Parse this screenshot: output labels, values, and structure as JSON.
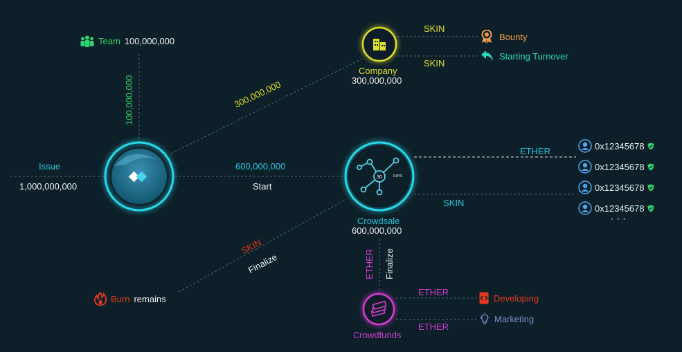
{
  "colors": {
    "background": "#0d1f28",
    "cyan": "#27c7dc",
    "green": "#2ed46d",
    "yellow": "#dfe02a",
    "orange": "#f19a4a",
    "red": "#e23a1d",
    "magenta": "#d23cd2",
    "blue": "#4aa8f2",
    "slate": "#7e8fc9"
  },
  "issue": {
    "label": "Issue",
    "amount": "1,000,000,000"
  },
  "team": {
    "label": "Team",
    "amount": "100,000,000",
    "vertical_amount": "100,000,000",
    "icon": "team-icon"
  },
  "hub": {
    "icon": "logo-icon"
  },
  "company": {
    "label": "Company",
    "amount": "300,000,000",
    "edge_amount": "300,000,000",
    "icon": "building-icon"
  },
  "company_outputs": [
    {
      "edge_label": "SKIN",
      "label": "Bounty",
      "icon": "medal-icon"
    },
    {
      "edge_label": "SKIN",
      "label": "Starting Turnover",
      "icon": "return-arrow-icon"
    }
  ],
  "crowdsale": {
    "label": "Crowdsale",
    "amount": "600,000,000",
    "edge_amount": "600,000,000",
    "edge_label": "Start",
    "badge_number": "30",
    "badge_unit": "DAYS",
    "icon": "network-icon"
  },
  "crowdsale_edges": {
    "ether_label": "ETHER",
    "skin_label": "SKIN"
  },
  "addresses": [
    {
      "text": "0x12345678",
      "icon": "user-icon",
      "badge": "shield-check-icon"
    },
    {
      "text": "0x12345678",
      "icon": "user-icon",
      "badge": "shield-check-icon"
    },
    {
      "text": "0x12345678",
      "icon": "user-icon",
      "badge": "shield-check-icon"
    },
    {
      "text": "0x12345678",
      "icon": "user-icon",
      "badge": "shield-check-icon"
    }
  ],
  "more_indicator": "• • •",
  "burn": {
    "label_colored": "Burn",
    "label_rest": "remains",
    "edge_label_top": "SKIN",
    "edge_label_bottom": "Finalize",
    "icon": "fire-icon"
  },
  "crowdsale_down": {
    "left_label": "ETHER",
    "right_label": "Finalize"
  },
  "crowdfunds": {
    "label": "Crowdfunds",
    "icon": "money-stack-icon"
  },
  "crowdfunds_outputs": [
    {
      "edge_label": "ETHER",
      "label": "Developing",
      "icon": "code-icon"
    },
    {
      "edge_label": "ETHER",
      "label": "Marketing",
      "icon": "lightbulb-icon"
    }
  ]
}
